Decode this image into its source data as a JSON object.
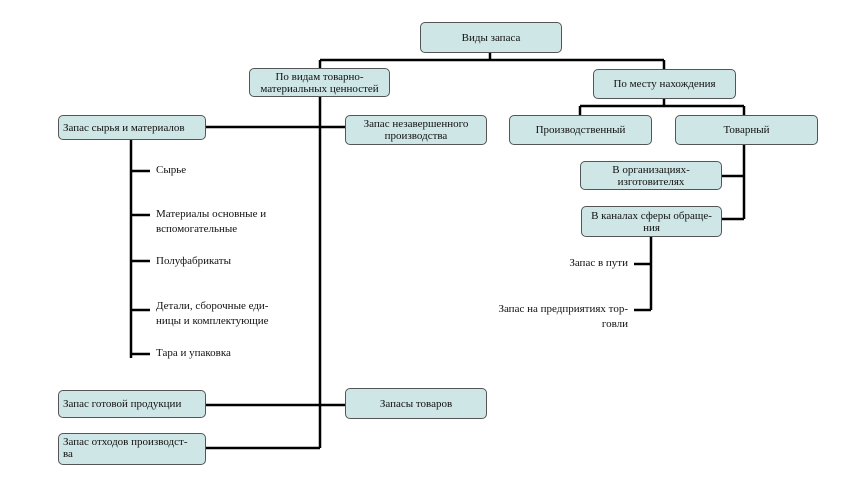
{
  "root": "Виды запаса",
  "by_type": {
    "title_line1": "По видам товарно-",
    "title_line2": "материальных ценностей",
    "raw_materials": {
      "title": "Запас сырья и материалов",
      "items": [
        "Сырье",
        "Материалы основные и",
        "вспомогательные",
        "Полуфабрикаты",
        "Детали, сборочные еди-",
        "ницы и комплектующие",
        "Тара и упаковка"
      ]
    },
    "wip_line1": "Запас незавершенного",
    "wip_line2": "производства",
    "finished_goods": "Запас готовой продукции",
    "goods_stock": "Запасы товаров",
    "waste_line1": "Запас отходов производст-",
    "waste_line2": "ва"
  },
  "by_location": {
    "title": "По месту нахождения",
    "production": "Производственный",
    "commodity": "Товарный",
    "manufacturers_line1": "В организациях-",
    "manufacturers_line2": "изготовителях",
    "channels_line1": "В каналах сферы обраще-",
    "channels_line2": "ния",
    "in_transit": "Запас в пути",
    "trade_line1": "Запас на предприятиях тор-",
    "trade_line2": "говли"
  }
}
